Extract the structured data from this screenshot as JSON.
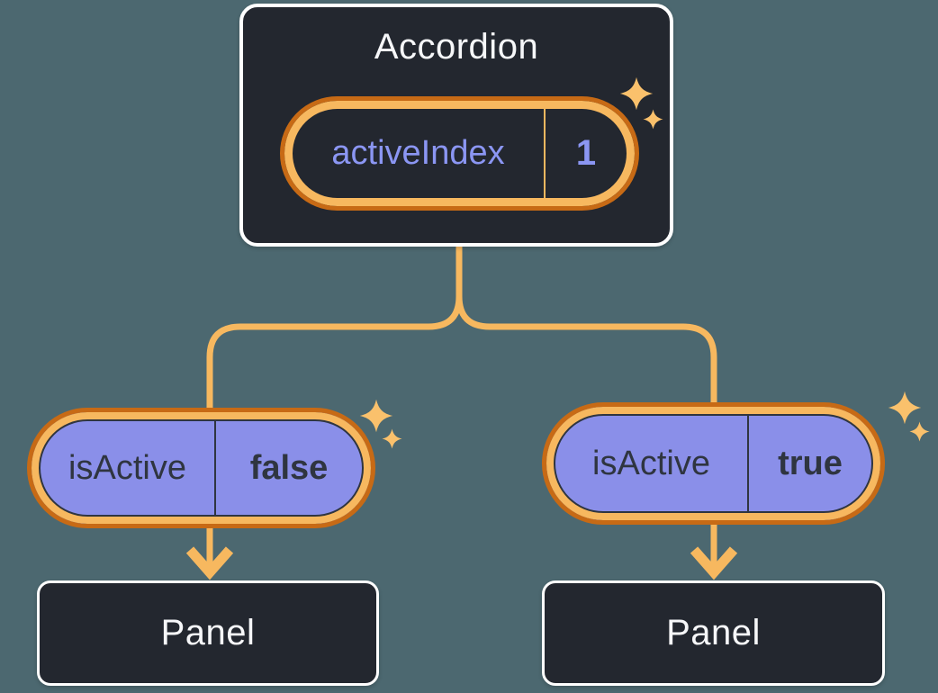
{
  "diagram": {
    "root_component": {
      "title": "Accordion",
      "state_name": "activeIndex",
      "state_value": "1"
    },
    "children": [
      {
        "prop_name": "isActive",
        "prop_value": "false",
        "component": "Panel"
      },
      {
        "prop_name": "isActive",
        "prop_value": "true",
        "component": "Panel"
      }
    ],
    "colors": {
      "background": "#4C6870",
      "card_bg": "#23272F",
      "card_border": "#FFFFFF",
      "line": "#F7B85F",
      "ring_dark": "#C76A15",
      "pill_purple": "#8A8FE9",
      "purple_text": "#8B96F3",
      "dark_text": "#2F3540",
      "light_text": "#F6F7F9",
      "sparkle": "#FAC16C"
    }
  }
}
